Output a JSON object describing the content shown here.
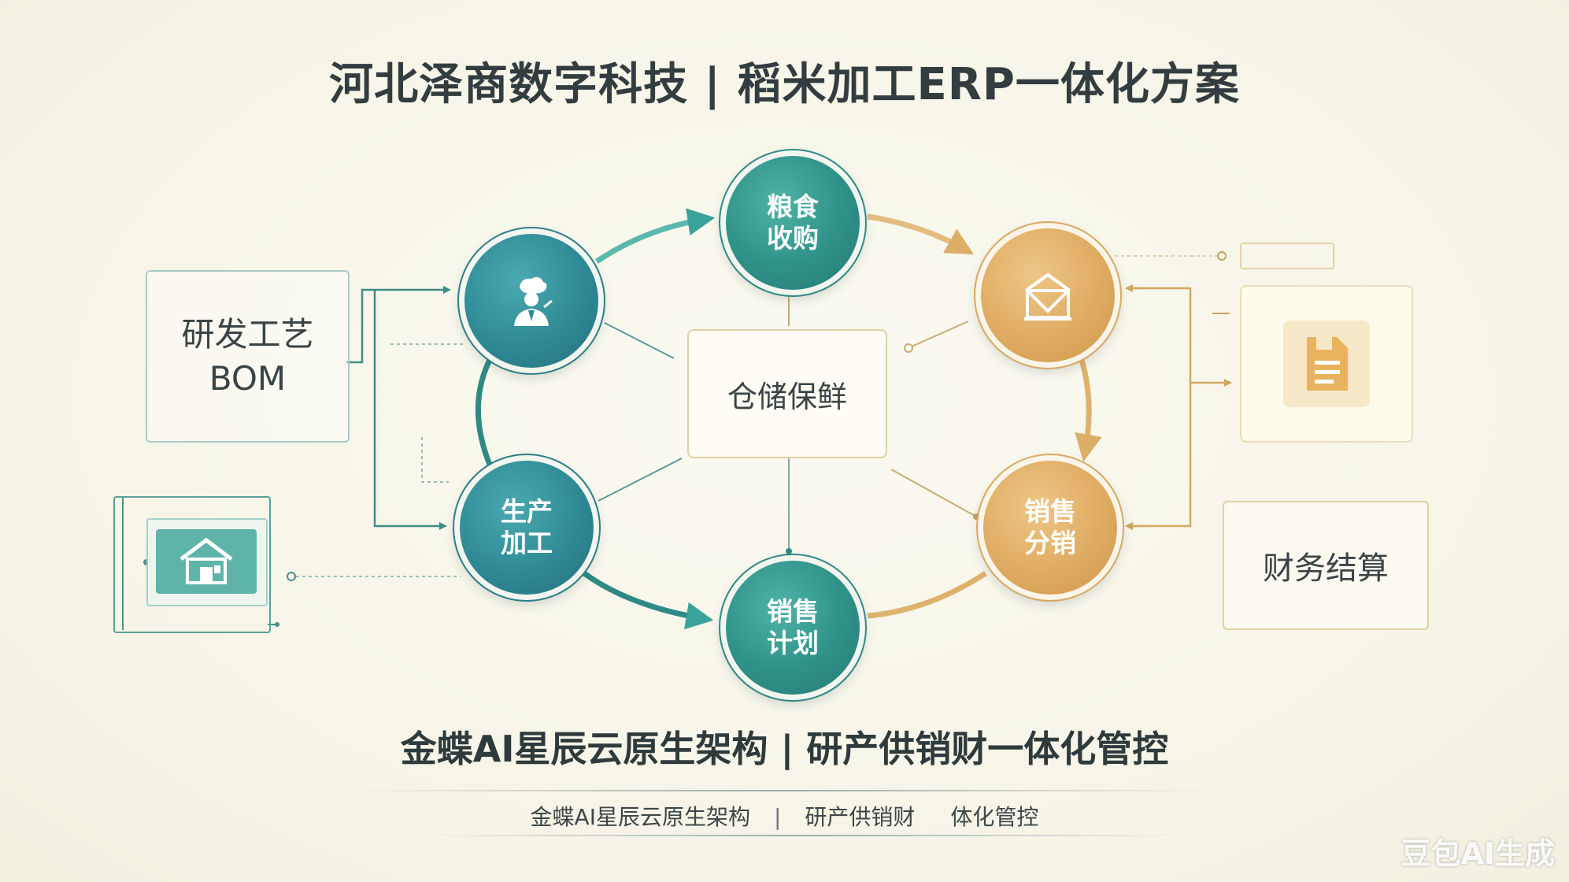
{
  "title": "河北泽商数字科技 | 稻米加工ERP一体化方案",
  "nodes": {
    "grain_purchase": "粮食\n收购",
    "production": "生产\n加工",
    "sales_plan": "销售\n计划",
    "sales_distribution": "销售\n分销"
  },
  "boxes": {
    "rnd_bom": "研发工艺\nBOM",
    "storage": "仓储保鲜",
    "finance": "财务结算"
  },
  "subtitle": "金蝶AI星辰云原生架构 | 研产供销财一体化管控",
  "tagline": {
    "part1": "金蝶AI星辰云原生架构",
    "sep": "|",
    "part2": "研产供销财",
    "part3": "体化管控"
  },
  "watermark": "豆包AI生成",
  "colors": {
    "teal": "#2e9188",
    "gold": "#dfab62",
    "title": "#333d40"
  },
  "icons": [
    "farmer-icon",
    "warehouse-icon",
    "document-icon",
    "home-icon"
  ]
}
